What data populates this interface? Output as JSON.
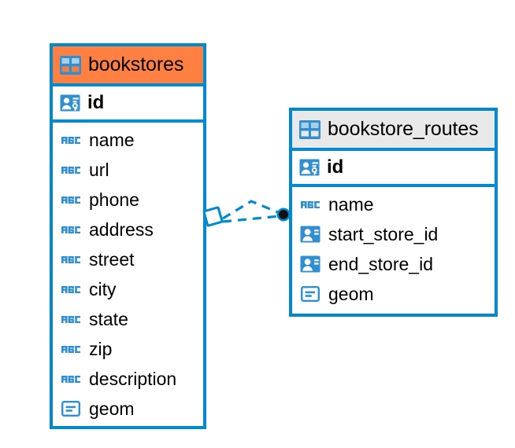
{
  "diagram": {
    "type": "entity-relationship-diagram",
    "background": "#ffffff",
    "accent_color": "#0089cf",
    "selected_color": "#ff8040",
    "header_color": "#e9e9e9"
  },
  "tables": [
    {
      "name": "bookstores",
      "selected": true,
      "header_icon": "table-icon",
      "primary_key": {
        "label": "id",
        "icon": "primary-key-icon"
      },
      "columns": [
        {
          "label": "name",
          "icon": "text-type-icon"
        },
        {
          "label": "url",
          "icon": "text-type-icon"
        },
        {
          "label": "phone",
          "icon": "text-type-icon"
        },
        {
          "label": "address",
          "icon": "text-type-icon"
        },
        {
          "label": "street",
          "icon": "text-type-icon"
        },
        {
          "label": "city",
          "icon": "text-type-icon"
        },
        {
          "label": "state",
          "icon": "text-type-icon"
        },
        {
          "label": "zip",
          "icon": "text-type-icon"
        },
        {
          "label": "description",
          "icon": "text-type-icon"
        },
        {
          "label": "geom",
          "icon": "geometry-type-icon"
        }
      ]
    },
    {
      "name": "bookstore_routes",
      "selected": false,
      "header_icon": "table-icon",
      "primary_key": {
        "label": "id",
        "icon": "primary-key-icon"
      },
      "columns": [
        {
          "label": "name",
          "icon": "text-type-icon"
        },
        {
          "label": "start_store_id",
          "icon": "foreign-key-icon"
        },
        {
          "label": "end_store_id",
          "icon": "foreign-key-icon"
        },
        {
          "label": "geom",
          "icon": "geometry-type-icon"
        }
      ]
    }
  ],
  "relationship": {
    "style": "dashed",
    "color": "#0089cf",
    "source_endpoint": "diamond-outline",
    "target_endpoint": "filled-circle",
    "from": "bookstores",
    "to": "bookstore_routes"
  }
}
